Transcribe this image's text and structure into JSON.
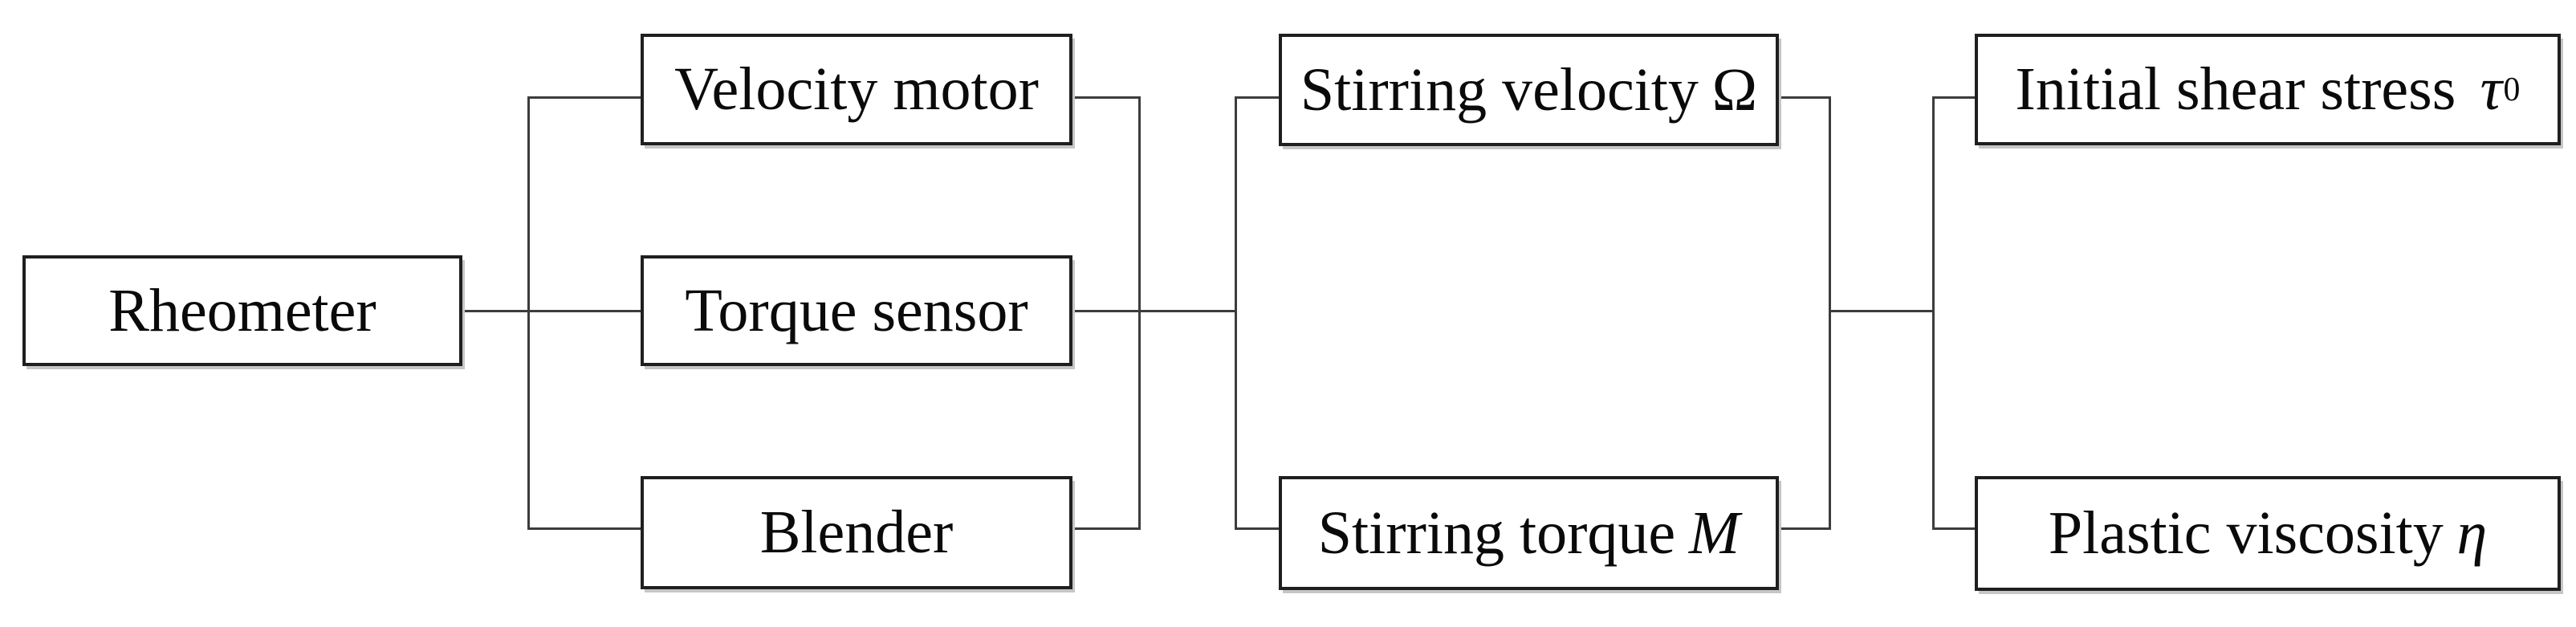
{
  "diagram": {
    "type": "block-flow-diagram",
    "nodes": {
      "rheometer": {
        "label": "Rheometer"
      },
      "velocity_motor": {
        "label": "Velocity motor"
      },
      "torque_sensor": {
        "label": "Torque sensor"
      },
      "blender": {
        "label": "Blender"
      },
      "stirring_velocity": {
        "label": "Stirring velocity",
        "symbol": "Ω"
      },
      "stirring_torque": {
        "label": "Stirring torque",
        "symbol": "M"
      },
      "initial_shear_stress": {
        "label": "Initial shear stress",
        "symbol": "τ",
        "subscript": "0"
      },
      "plastic_viscosity": {
        "label": "Plastic viscosity",
        "symbol": "η"
      }
    },
    "connections": [
      {
        "from": [
          "Rheometer"
        ],
        "to": [
          "Velocity motor",
          "Torque sensor",
          "Blender"
        ]
      },
      {
        "from": [
          "Velocity motor",
          "Torque sensor",
          "Blender"
        ],
        "to": [
          "Stirring velocity Ω",
          "Stirring torque M"
        ]
      },
      {
        "from": [
          "Stirring velocity Ω",
          "Stirring torque M"
        ],
        "to": [
          "Initial shear stress τ0",
          "Plastic viscosity η"
        ]
      }
    ],
    "colors": {
      "background": "#ffffff",
      "box_fill": "#ffffff",
      "box_border": "#1f1f1f",
      "connector_line": "#3c3c3c",
      "text": "#0a0a0a"
    }
  }
}
